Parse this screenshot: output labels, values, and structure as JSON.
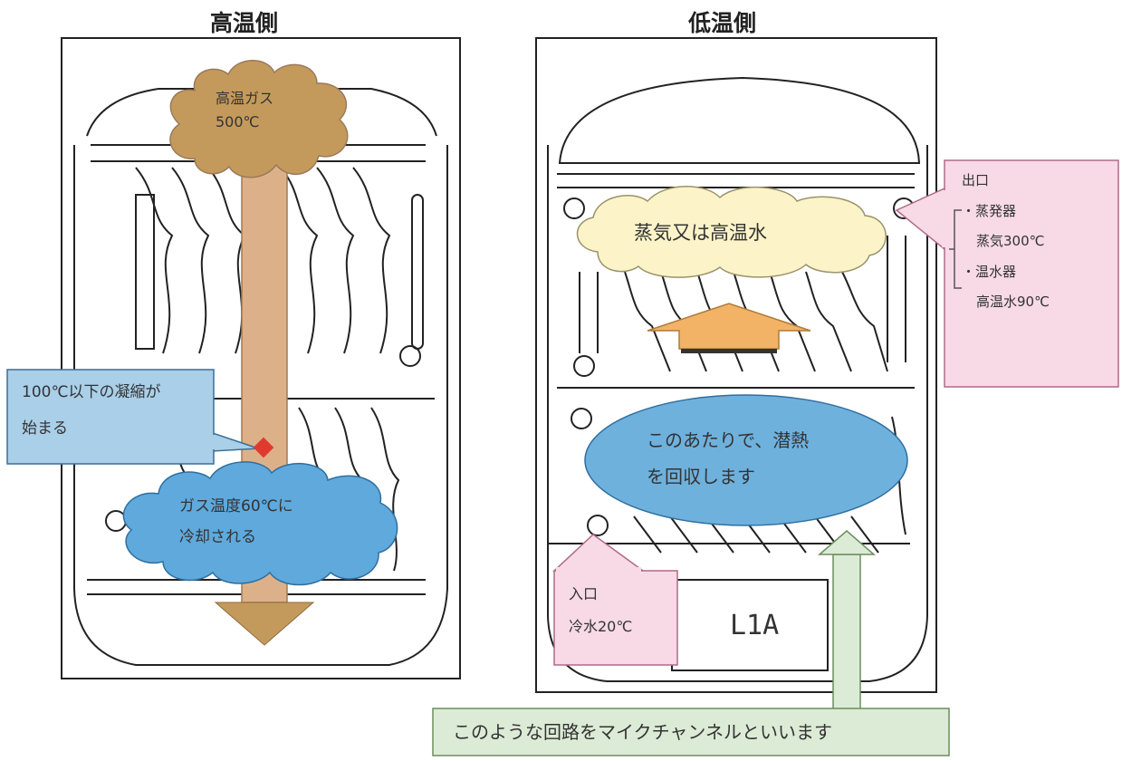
{
  "left_panel": {
    "heading": "高温側",
    "gas_cloud": {
      "line1": "高温ガス",
      "line2": "500℃"
    },
    "condense_box": {
      "line1": "100℃以下の凝縮が",
      "line2": "始まる"
    },
    "cool_cloud": {
      "line1": "ガス温度60℃に",
      "line2": "冷却される"
    }
  },
  "right_panel": {
    "heading": "低温側",
    "steam_cloud": {
      "text": "蒸気又は高温水"
    },
    "outlet": {
      "title": "出口",
      "item1": "・蒸発器",
      "item1_sub": "蒸気300℃",
      "item2": "・温水器",
      "item2_sub": "高温水90℃"
    },
    "latent_ellipse": {
      "line1": "このあたりで、潜熱",
      "line2": "を回収します"
    },
    "inlet": {
      "title": "入口",
      "value": "冷水20℃"
    },
    "plate_label": "L1A"
  },
  "bottom_note": "このような回路をマイクチャンネルといいます",
  "colors": {
    "gas_brown": "#c49a5c",
    "arrow_shaft": "#dcb18a",
    "condense_blue": "#a9cfe9",
    "cool_blue": "#5fa9dc",
    "steam_yellow": "#fcf4c8",
    "outlet_pink": "#f7dae6",
    "ellipse_blue": "#6fb1dd",
    "up_arrow_orange": "#f2b366",
    "note_green": "#dcebd6",
    "marker_red": "#e03a2f"
  }
}
